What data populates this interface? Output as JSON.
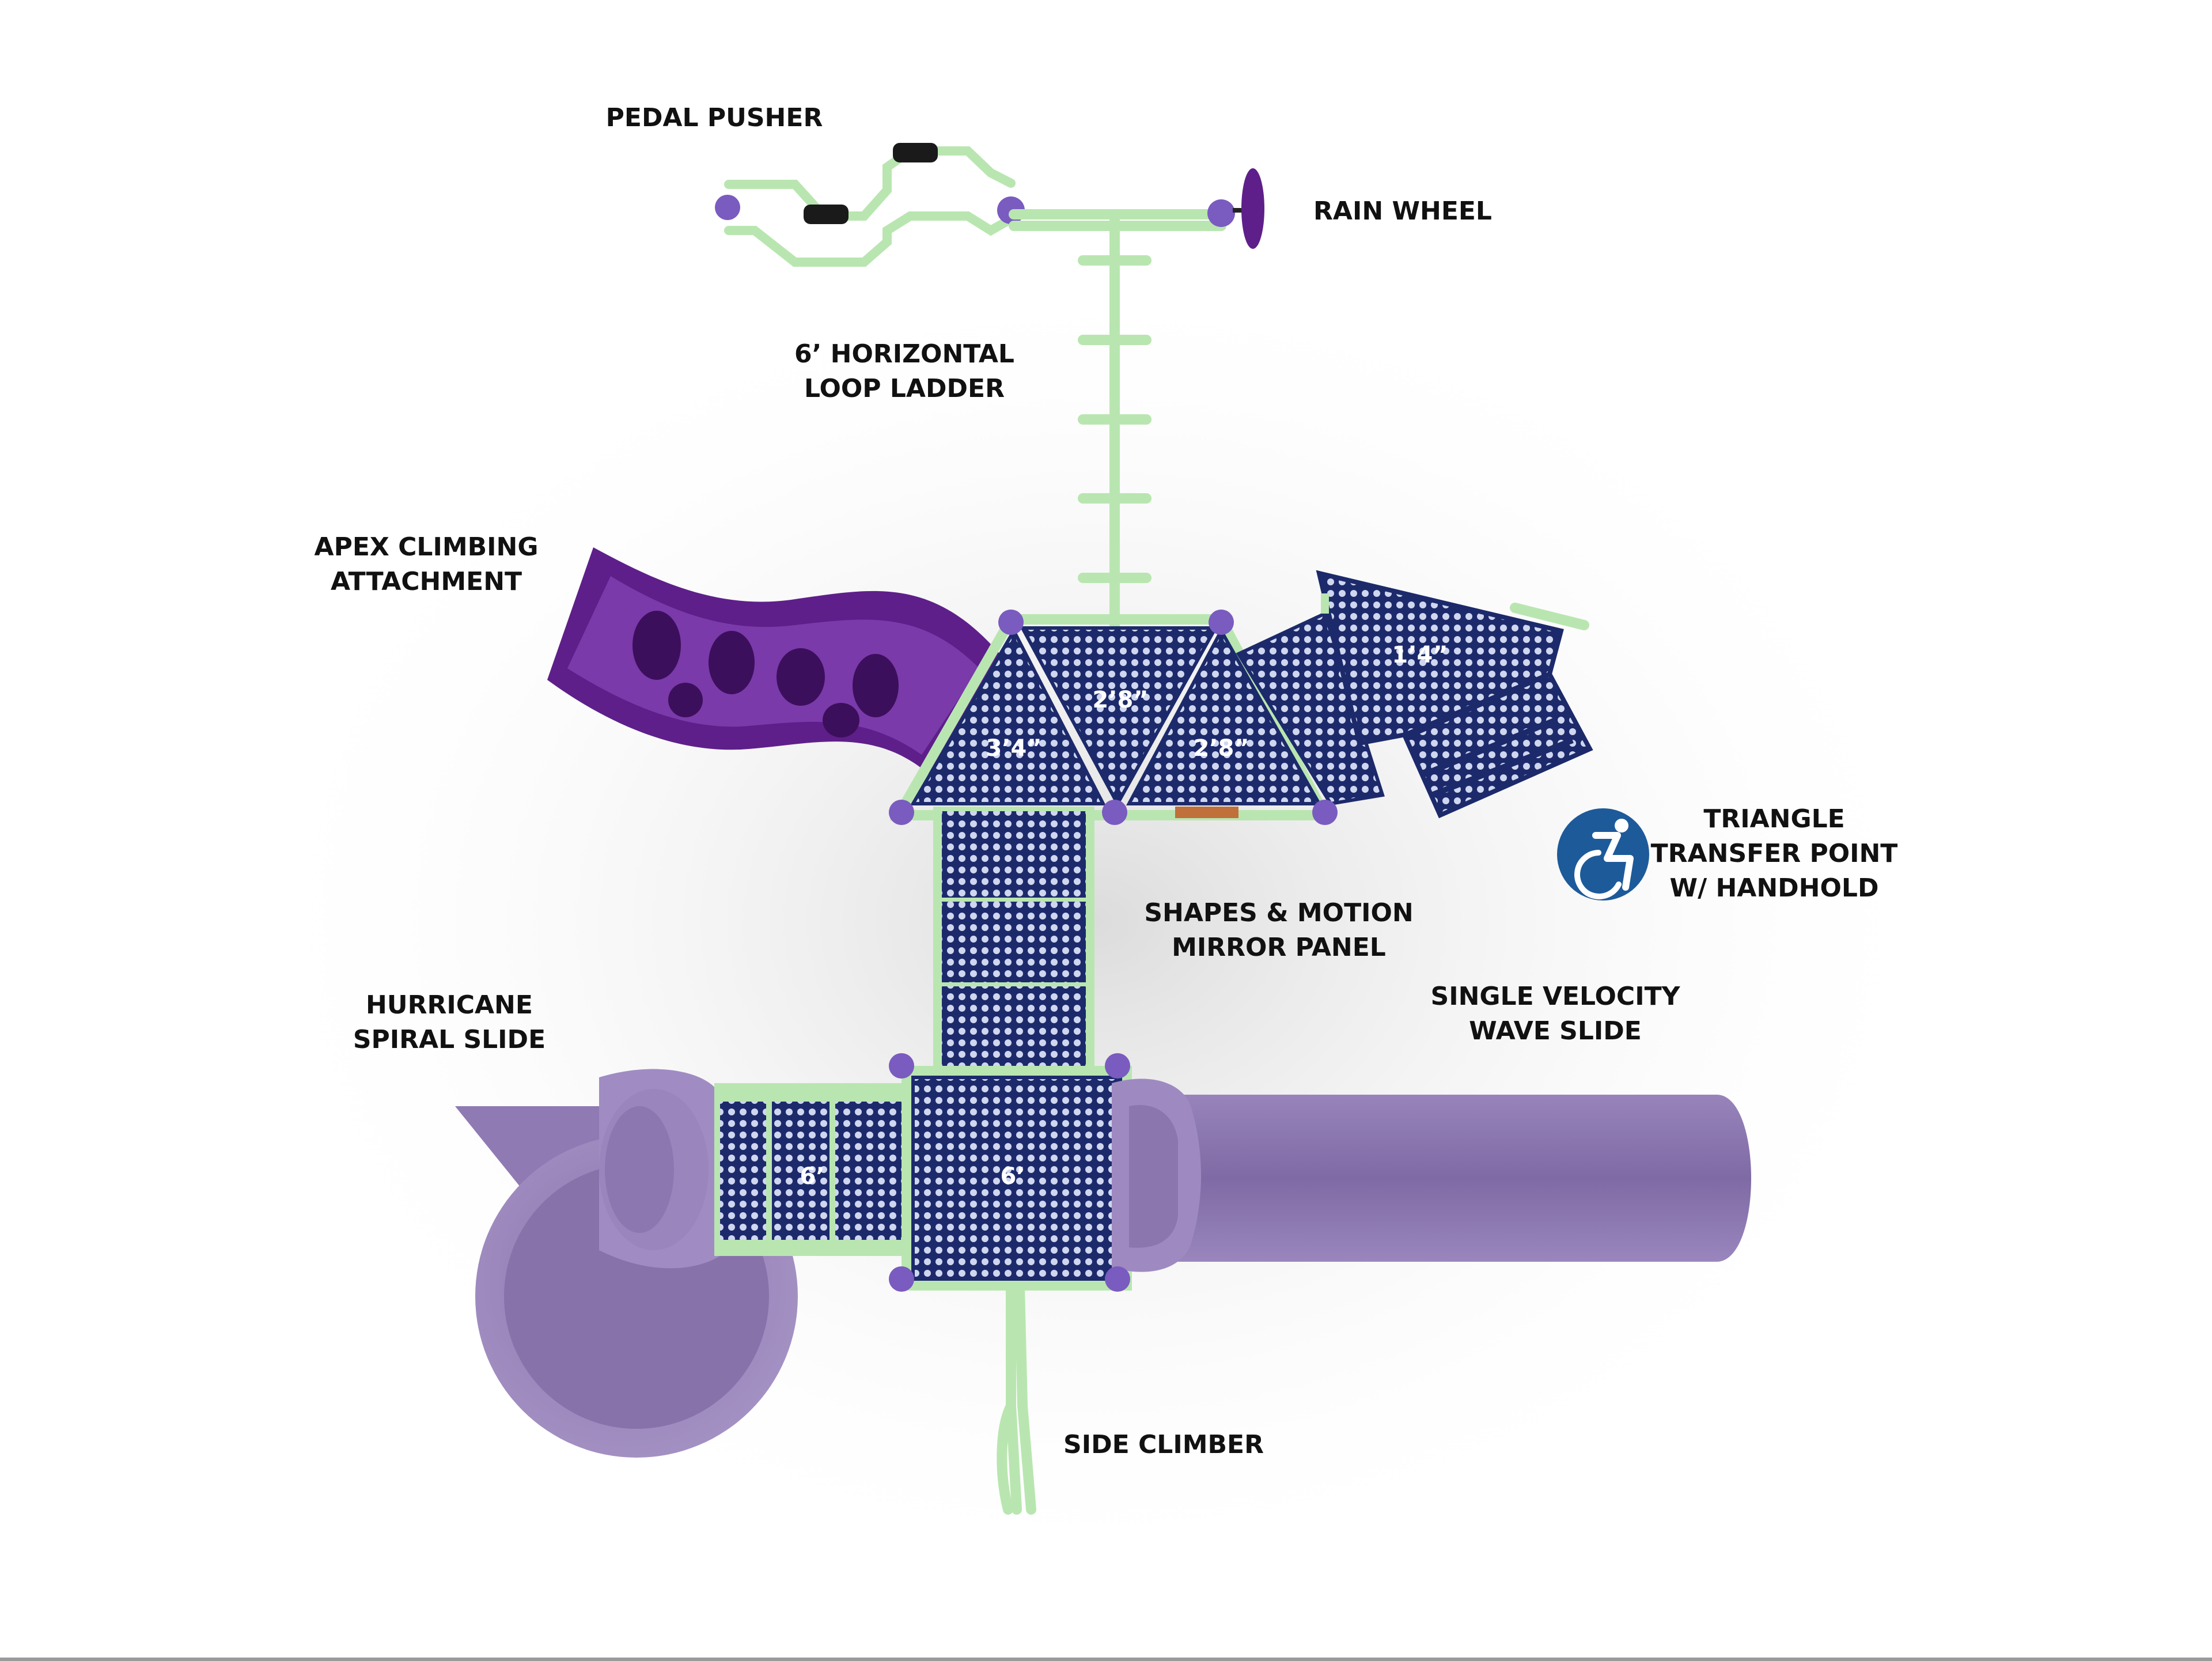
{
  "colors": {
    "frame": "#b9e6b0",
    "deck_navy": "#1c2a6b",
    "deck_dot": "#cfd6ef",
    "apex_purple": "#5e1f8a",
    "slide_lavender": "#8a74ad",
    "clamp_purple": "#7a5bbf",
    "access_blue": "#1d5a9a"
  },
  "labels": {
    "pedal_pusher": "PEDAL PUSHER",
    "rain_wheel": "RAIN WHEEL",
    "loop_ladder": [
      "6’ HORIZONTAL",
      "LOOP LADDER"
    ],
    "apex": [
      "APEX CLIMBING",
      "ATTACHMENT"
    ],
    "triangle_transfer": [
      "TRIANGLE",
      "TRANSFER POINT",
      "W/ HANDHOLD"
    ],
    "shapes_mirror": [
      "SHAPES & MOTION",
      "MIRROR PANEL"
    ],
    "hurricane": [
      "HURRICANE",
      "SPIRAL SLIDE"
    ],
    "velocity": [
      "SINGLE VELOCITY",
      "WAVE SLIDE"
    ],
    "side_climber": "SIDE CLIMBER"
  },
  "deck_heights": {
    "left_triangle": "3’4”",
    "center_triangle": "2’8”",
    "right_triangle": "2’8”",
    "transfer": "1’4”",
    "bridge_deck": "6’",
    "main_deck": "6’"
  },
  "icons": {
    "accessibility": "wheelchair-accessibility-icon"
  }
}
